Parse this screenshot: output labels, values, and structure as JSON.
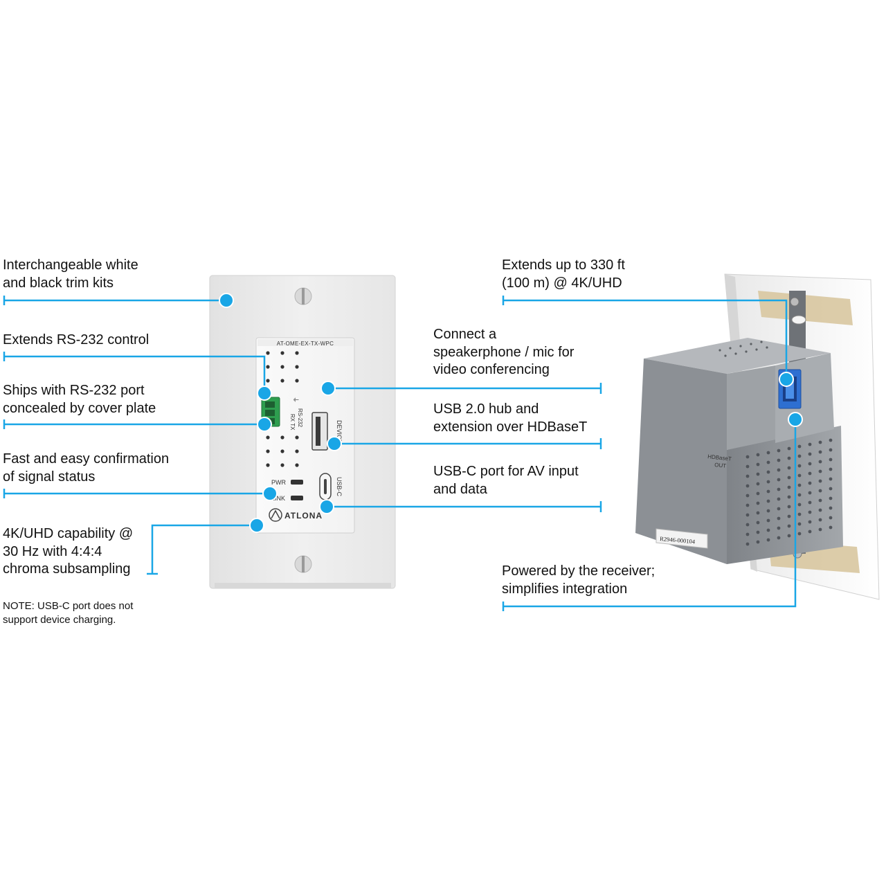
{
  "callouts": {
    "trim_kits": "Interchangeable white\nand black trim kits",
    "rs232_control": "Extends RS-232 control",
    "rs232_port": "Ships with RS-232 port\nconcealed by cover plate",
    "signal_status": "Fast and easy confirmation\nof signal status",
    "chroma": "4K/UHD capability @\n30 Hz with 4:4:4\nchroma subsampling",
    "range": "Extends up to 330 ft\n(100 m) @ 4K/UHD",
    "speakerphone": "Connect a\nspeakerphone / mic for\nvideo conferencing",
    "usb_hub": "USB 2.0 hub and\nextension over HDBaseT",
    "usbc_port": "USB-C port for AV input\nand data",
    "powered": "Powered by the receiver;\nsimplifies integration"
  },
  "note": "NOTE: USB-C port does not\nsupport device charging.",
  "front_panel": {
    "model": "AT-OME-EX-TX-WPC",
    "rs232_label": "RS-232",
    "rx_tx_label": "RX TX",
    "device_label": "DEVICE",
    "usbc_label": "USB-C",
    "pwr_label": "PWR",
    "link_label": "LINK",
    "brand": "ATLONA"
  },
  "rear_unit": {
    "port_label_1": "HDBaseT",
    "port_label_2": "OUT",
    "serial": "R2946-000104"
  },
  "colors": {
    "accent": "#19a6e6",
    "plate": "#eeeeee",
    "chassis": "#8e9296",
    "terminal": "#2e9e4f"
  }
}
